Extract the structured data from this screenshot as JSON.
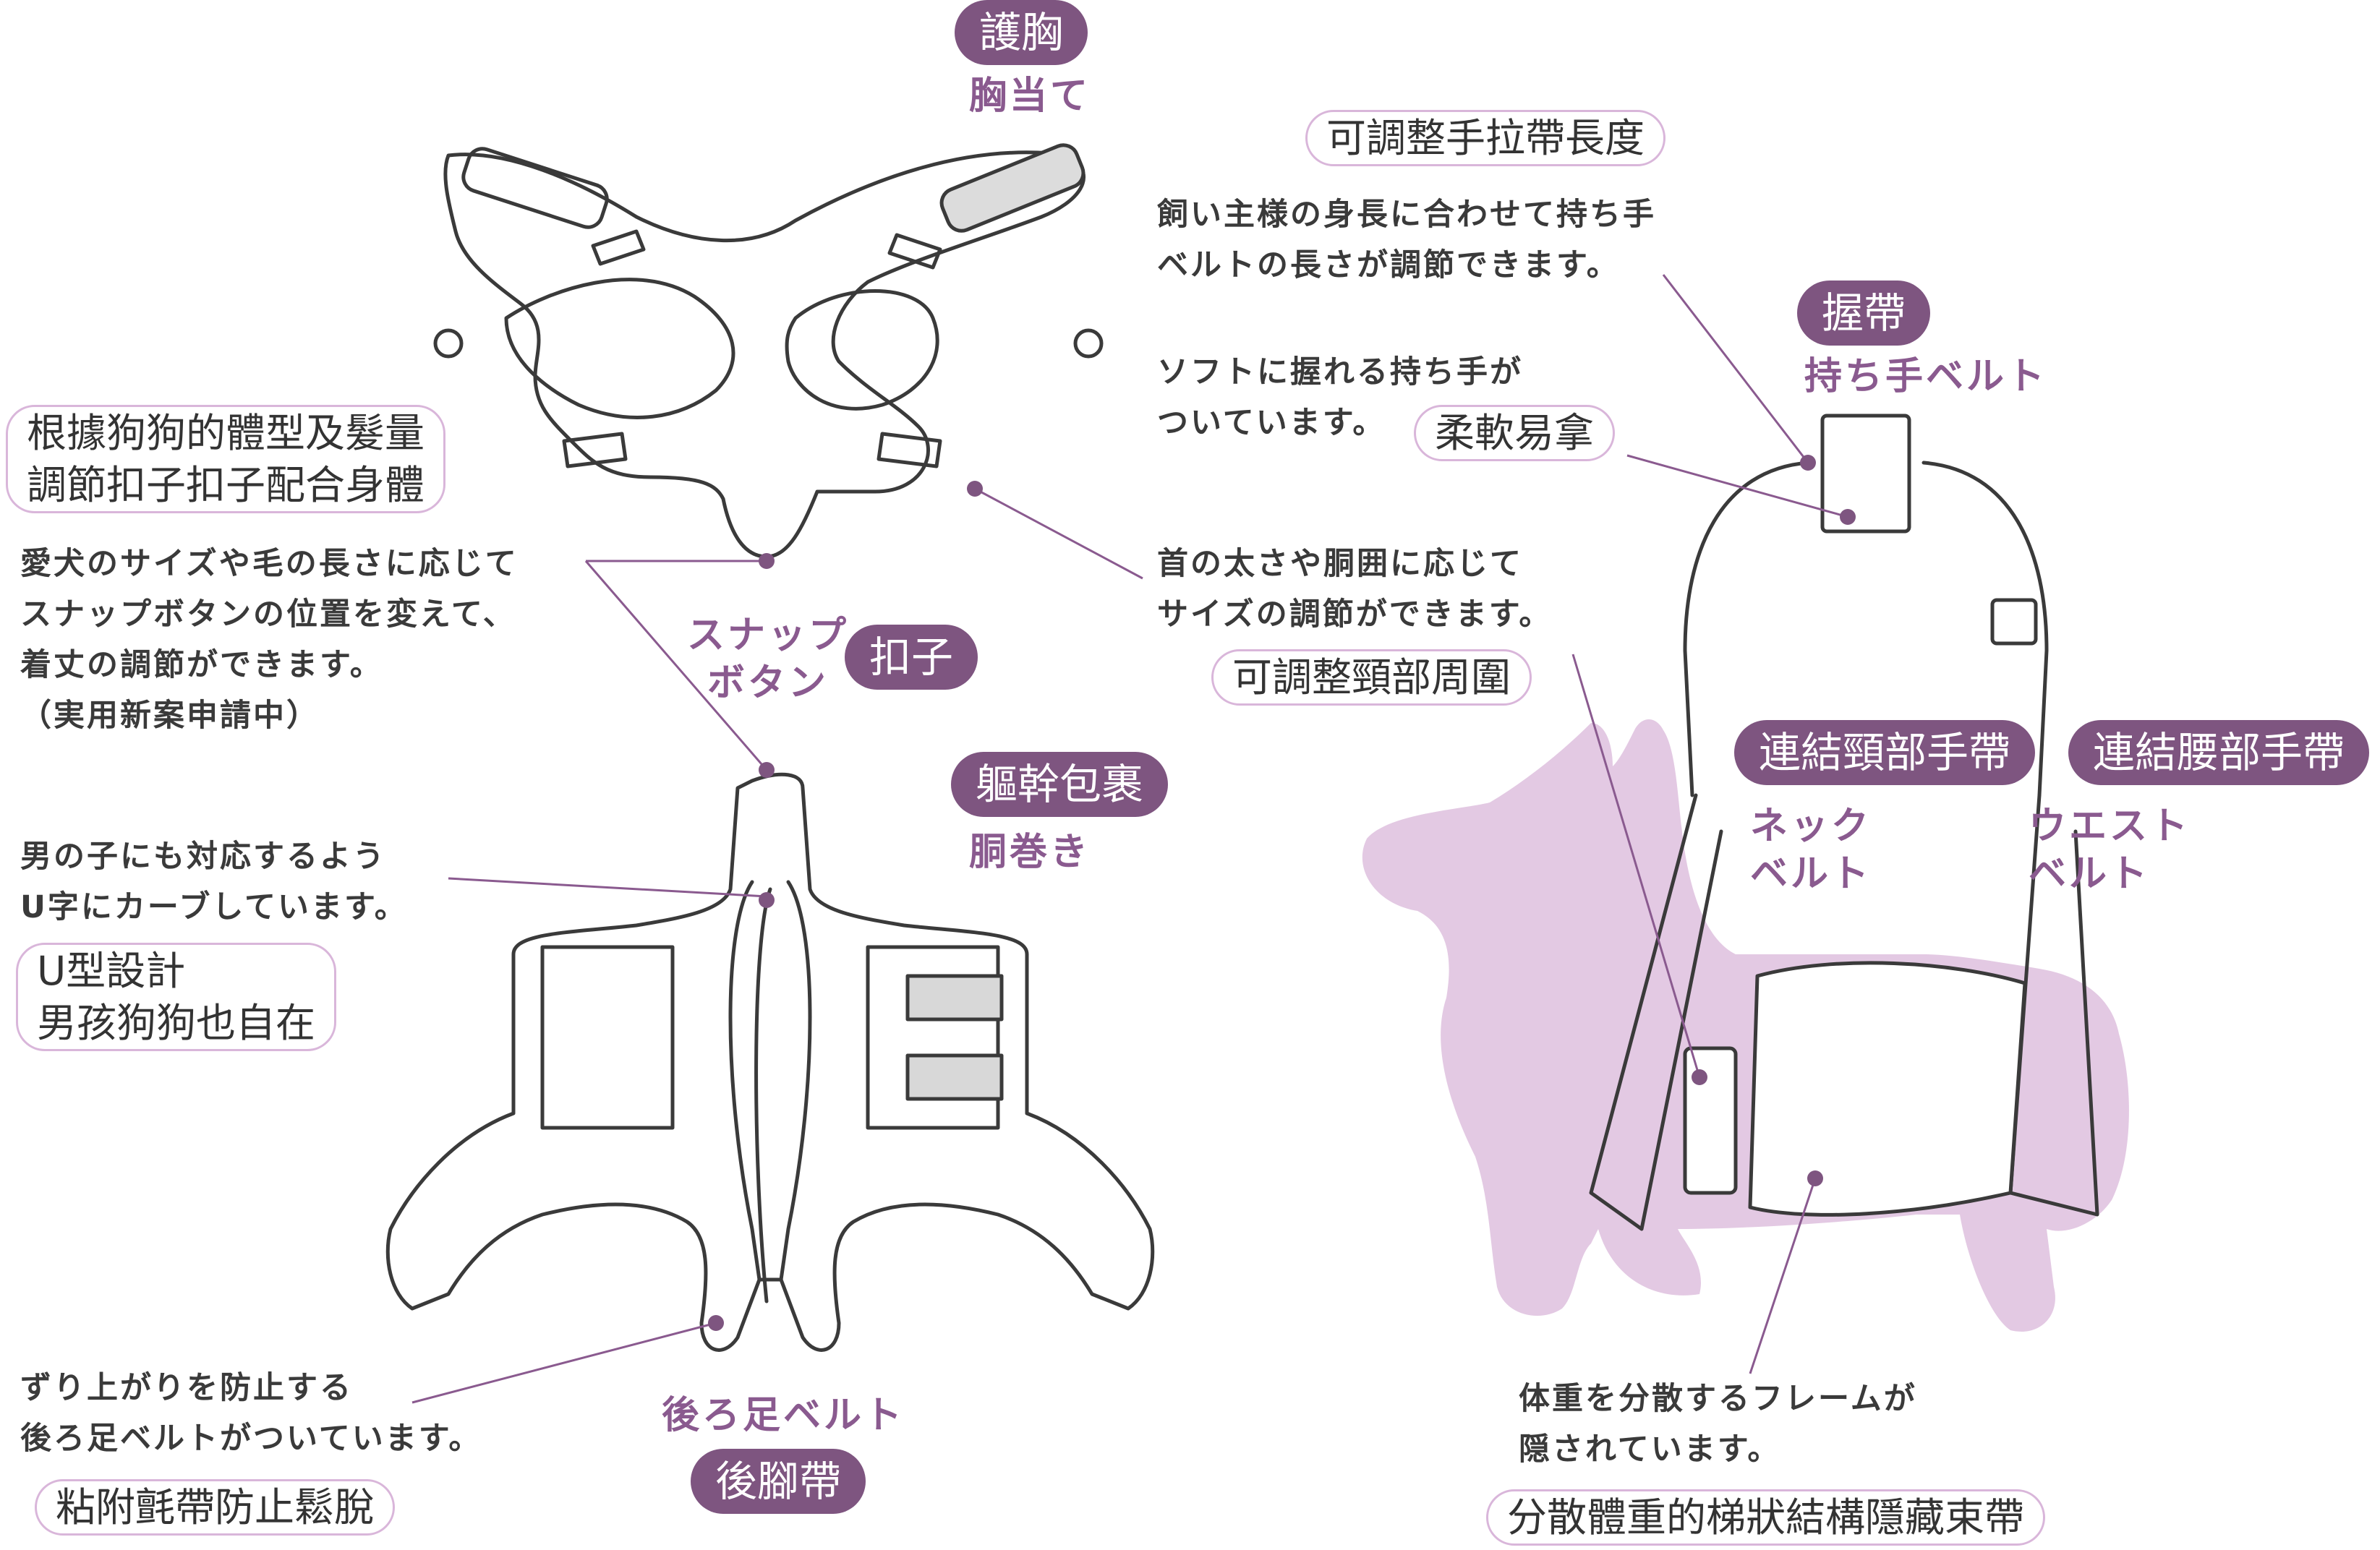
{
  "labels": {
    "chest": {
      "zh": "護胸",
      "jp": "胸当て"
    },
    "strap_length": {
      "zh": "可調整手拉帶長度",
      "jp_lines": [
        "飼い主様の身長に合わせて持ち手",
        "ベルトの長さが調節できます。"
      ]
    },
    "grip": {
      "zh": "握帶",
      "jp": "持ち手ベルト"
    },
    "soft": {
      "jp_lines": [
        "ソフトに握れる持ち手が",
        "ついています。"
      ],
      "zh": "柔軟易拿"
    },
    "body_adjust": {
      "zh_lines": [
        "根據狗狗的體型及髮量",
        "調節扣子扣子配合身體"
      ],
      "jp_lines": [
        "愛犬のサイズや毛の長さに応じて",
        "スナップボタンの位置を変えて、",
        "着丈の調節ができます。",
        "（実用新案申請中）"
      ]
    },
    "neck_adjust": {
      "jp_lines": [
        "首の太さや胴囲に応じて",
        "サイズの調節ができます。"
      ],
      "zh": "可調整頸部周圍"
    },
    "snap": {
      "jp_lines": [
        "スナップ",
        "ボタン"
      ],
      "zh": "扣子"
    },
    "torso": {
      "zh": "軀幹包裹",
      "jp": "胴巻き"
    },
    "u_shape": {
      "jp_lines": [
        "男の子にも対応するよう",
        "U字にカーブしています。"
      ],
      "zh_lines": [
        "U型設計",
        "男孩狗狗也自在"
      ]
    },
    "neck_belt": {
      "zh": "連結頸部手帶",
      "jp_lines": [
        "ネック",
        "ベルト"
      ]
    },
    "waist_belt": {
      "zh": "連結腰部手帶",
      "jp_lines": [
        "ウエスト",
        "ベルト"
      ]
    },
    "hind_leg": {
      "jp_lines": [
        "ずり上がりを防止する",
        "後ろ足ベルトがついています。"
      ],
      "zh": "粘附氈帶防止鬆脫",
      "kata": "後ろ足ベルト",
      "pill": "後腳帶"
    },
    "frame": {
      "jp_lines": [
        "体重を分散するフレームが",
        "隠されています。"
      ],
      "zh": "分散體重的梯狀結構隱藏束帶"
    }
  },
  "colors": {
    "accent": "#7e5580",
    "pill_border": "#d9b6da",
    "dog": "#e3c9e3",
    "line": "#3a3a3a"
  }
}
